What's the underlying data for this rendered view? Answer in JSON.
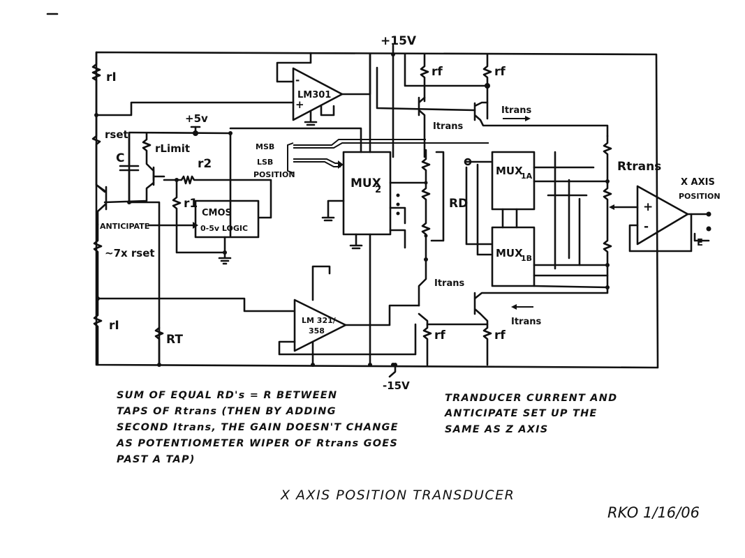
{
  "diagram": {
    "title": "X AXIS POSITION TRANSDUCER",
    "signature": "RKO 1/16/06",
    "supplies": {
      "pos15": "+15V",
      "neg15": "-15V",
      "pos5": "+5v"
    },
    "components": {
      "opamp_top": "LM301",
      "opamp_bottom_line1": "LM 321/",
      "opamp_bottom_line2": "358",
      "mux2": "MUX",
      "mux2_sub": "2",
      "mux1a": "MUX",
      "mux1a_sub": "1A",
      "mux1b": "MUX",
      "mux1b_sub": "1B",
      "cmos_line1": "CMOS",
      "cmos_line2": "0-5v LOGIC",
      "output_buffer_label_line1": "X AXIS",
      "output_buffer_label_line2": "POSITION"
    },
    "labels": {
      "rI_top": "rI",
      "rI_bottom": "rI",
      "rset": "rset",
      "rlimit": "rLimit",
      "c": "C",
      "r2": "r2",
      "r1": "r1",
      "anticipate": "ANTICIPATE",
      "seven_rset": "~7x rset",
      "RT": "RT",
      "rf_1": "rf",
      "rf_2": "rf",
      "rf_3": "rf",
      "rf_4": "rf",
      "itrans_1": "Itrans",
      "itrans_2": "Itrans",
      "itrans_3": "Itrans",
      "itrans_4": "Itrans",
      "RD": "RD",
      "Rtrans": "Rtrans",
      "msb": "MSB",
      "lsb": "LSB",
      "position": "POSITION",
      "plus": "+",
      "minus": "-",
      "E": "E"
    },
    "notes": {
      "left": [
        "SUM OF EQUAL RD's = R BETWEEN",
        "TAPS OF Rtrans  (THEN BY ADDING",
        "SECOND Itrans, THE GAIN DOESN'T CHANGE",
        "AS POTENTIOMETER WIPER OF Rtrans GOES",
        "PAST A TAP)"
      ],
      "right": [
        "TRANDUCER CURRENT AND",
        "ANTICIPATE SET UP THE",
        "SAME AS Z AXIS"
      ]
    }
  }
}
